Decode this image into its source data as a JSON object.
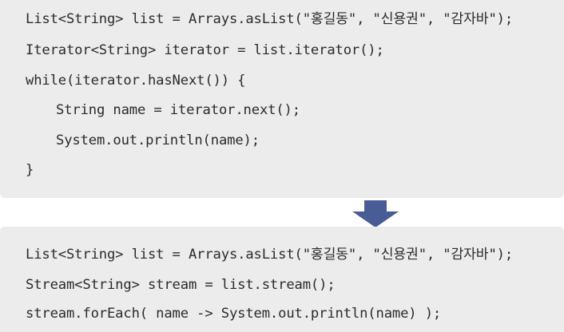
{
  "before_code": {
    "lines": [
      "List<String> list = Arrays.asList(\"홍길동\", \"신용권\", \"감자바\");",
      "Iterator<String> iterator = list.iterator();",
      "while(iterator.hasNext()) {",
      "String name = iterator.next();",
      "System.out.println(name);",
      "}"
    ]
  },
  "after_code": {
    "lines": [
      "List<String> list = Arrays.asList(\"홍길동\", \"신용권\", \"감자바\");",
      "Stream<String> stream = list.stream();",
      "stream.forEach( name -> System.out.println(name) );"
    ]
  },
  "colors": {
    "panel_background": "#ececec",
    "code_text": "#2b2b2b",
    "arrow_fill": "#4a5c96"
  },
  "icons": {
    "transition_arrow": "down-arrow-icon"
  }
}
